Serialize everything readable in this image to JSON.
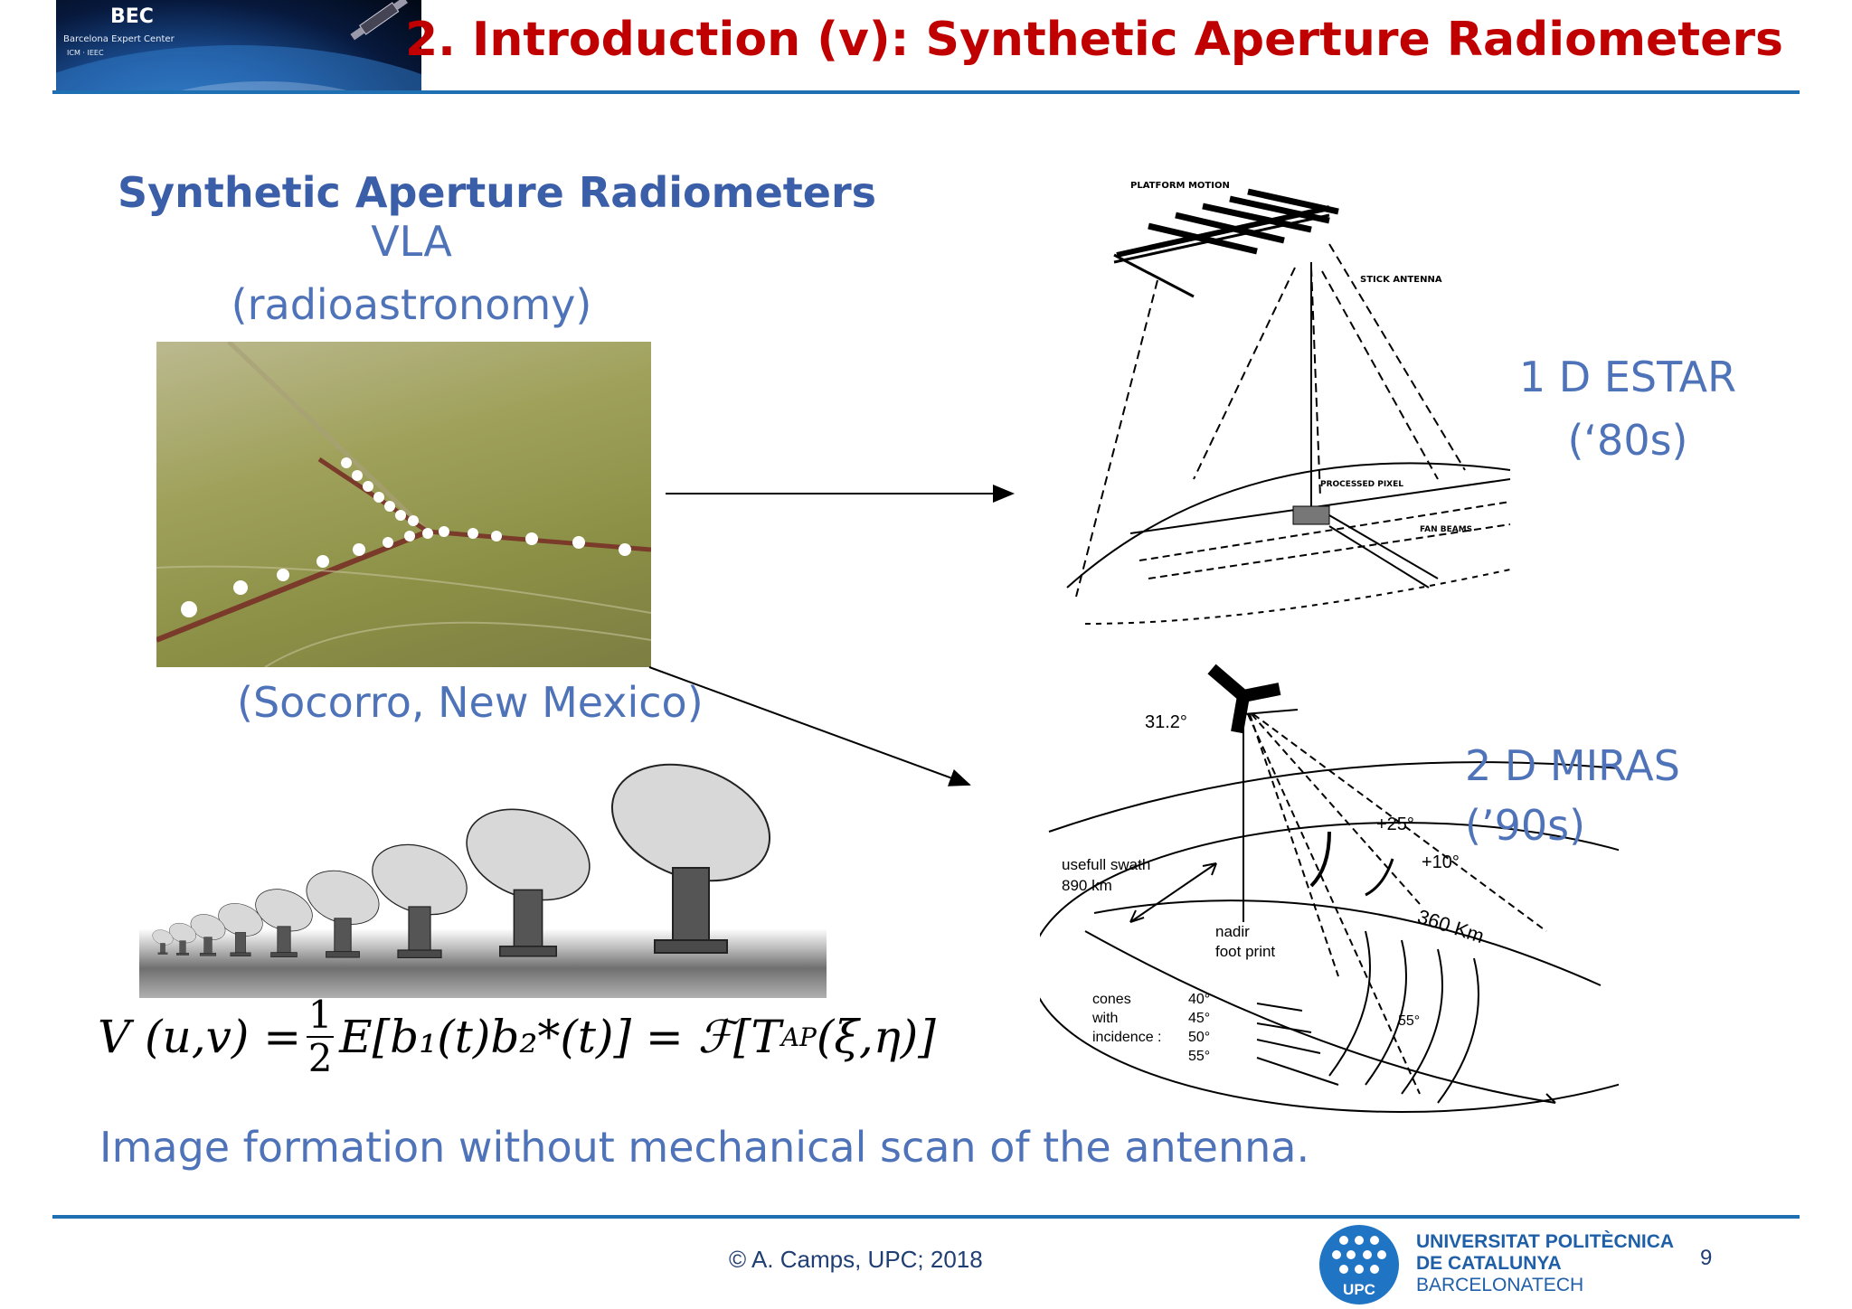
{
  "header": {
    "logo": {
      "name": "BEC",
      "subtitle": "Barcelona Expert Center",
      "partners": "ICM · IEEC"
    },
    "title": "2. Introduction (v): Synthetic Aperture Radiometers"
  },
  "content": {
    "section_title": "Synthetic Aperture Radiometers",
    "vla_label": "VLA",
    "vla_sub": "(radioastronomy)",
    "vla_location": "(Socorro, New Mexico)",
    "estar_label": "1 D ESTAR",
    "estar_year": "(‘80s)",
    "miras_label": "2 D MIRAS",
    "miras_year": "(’90s)",
    "caption": "Image formation without mechanical scan of the antenna."
  },
  "estar_diagram": {
    "platform_motion": "PLATFORM MOTION",
    "stick_antenna": "STICK ANTENNA",
    "processed_pixel": "PROCESSED PIXEL",
    "fan_beams": "FAN BEAMS"
  },
  "miras_diagram": {
    "tilt": "31.2°",
    "angle_25": "+25°",
    "angle_10": "+10°",
    "range": "360 Km",
    "swath_label": "usefull swath",
    "swath_value": "890 km",
    "nadir": "nadir",
    "foot_print": "foot print",
    "cones_1": "cones",
    "cones_2": "with",
    "cones_3": "incidence :",
    "incidence_values": [
      "40°",
      "45°",
      "50°",
      "55°"
    ],
    "angle_55": "55°"
  },
  "formula": {
    "lhs": "V (u,v) =",
    "half_num": "1",
    "half_den": "2",
    "expectation": "E[b₁(t)b₂*(t)] = ℱ[T",
    "sub_ap": "AP",
    "rhs_tail": "(ξ,η)]"
  },
  "footer": {
    "copyright": "© A. Camps, UPC; 2018",
    "university_1": "UNIVERSITAT POLITÈCNICA",
    "university_2": "DE CATALUNYA",
    "university_3": "BARCELONATECH",
    "upc": "UPC",
    "page": "9"
  },
  "colors": {
    "title_red": "#c00000",
    "accent_blue": "#1f6fb3",
    "text_blue": "#4f73b9"
  }
}
